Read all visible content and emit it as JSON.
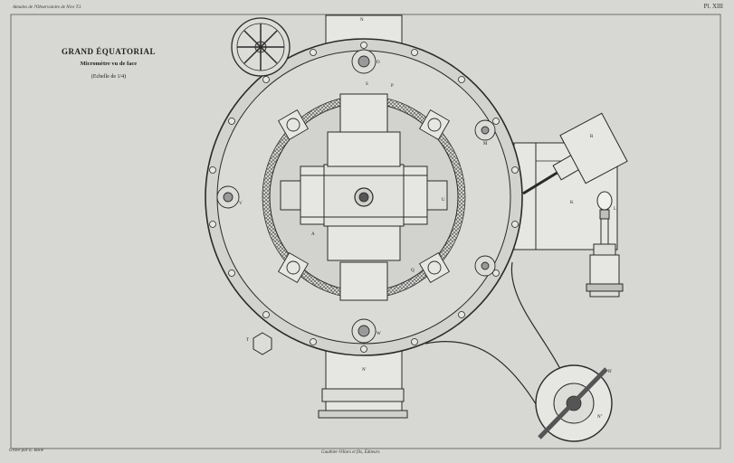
{
  "plate": {
    "header_left": "Annales de l'Observatoire de Nice T.I.",
    "plate_number": "Pl. XIII",
    "title": "GRAND ÉQUATORIAL",
    "subtitle": "Micromètre vu de face",
    "scale_note": "(Echelle de 1/4)",
    "credit_engraver": "Gravé par E. Bollé",
    "credit_publisher": "Gauthier-Villars et fils, Éditeurs"
  },
  "labels": {
    "top": "N",
    "bottom": "N'",
    "k": "K",
    "m": "M",
    "t": "T",
    "v": "V",
    "l": "L",
    "r": "R",
    "u": "U",
    "s": "S",
    "a": "A",
    "o": "O",
    "p": "P",
    "q": "Q",
    "w": "W",
    "n2": "N''",
    "r2": "R'"
  },
  "colors": {
    "paper": "#d7d8d4",
    "ink": "#2a2a2a",
    "fill_light": "#e6e6e2",
    "fill_mid": "#bfc0bc"
  }
}
